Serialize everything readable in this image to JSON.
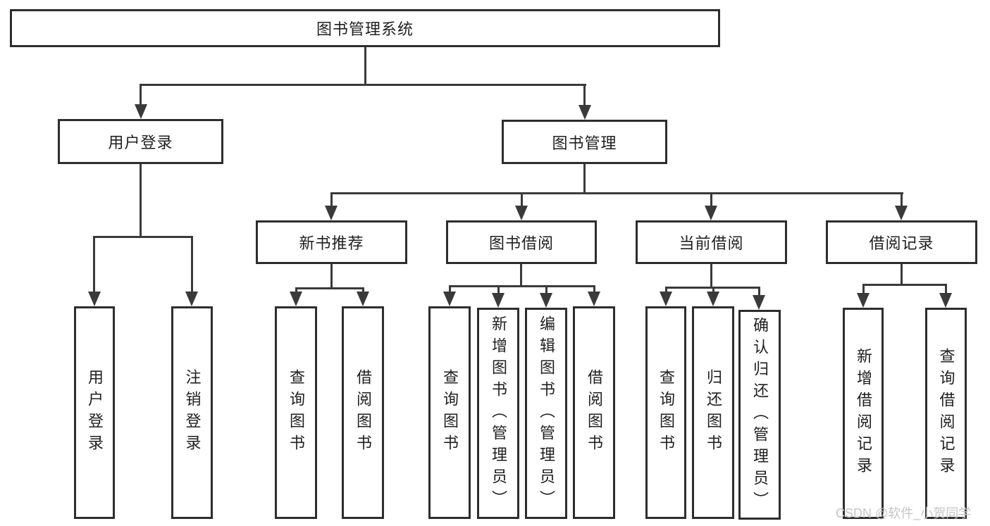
{
  "tree": {
    "root": {
      "label": "图书管理系统"
    },
    "branches": [
      {
        "label": "用户登录",
        "leaves": [
          {
            "label": "用户登录"
          },
          {
            "label": "注销登录"
          }
        ]
      },
      {
        "label": "图书管理",
        "groups": [
          {
            "label": "新书推荐",
            "leaves": [
              {
                "label": "查询图书"
              },
              {
                "label": "借阅图书"
              }
            ]
          },
          {
            "label": "图书借阅",
            "leaves": [
              {
                "label": "查询图书"
              },
              {
                "label": "新增图书（管理员）"
              },
              {
                "label": "编辑图书（管理员）"
              },
              {
                "label": "借阅图书"
              }
            ]
          },
          {
            "label": "当前借阅",
            "leaves": [
              {
                "label": "查询图书"
              },
              {
                "label": "归还图书"
              },
              {
                "label": "确认归还（管理员）"
              }
            ]
          },
          {
            "label": "借阅记录",
            "leaves": [
              {
                "label": "新增借阅记录"
              },
              {
                "label": "查询借阅记录"
              }
            ]
          }
        ]
      }
    ]
  },
  "watermark": {
    "text": "CSDN @软件_小贺同学"
  },
  "colors": {
    "background": "#ffffff",
    "box_border": "#2d2d2d",
    "line": "#3a3a3a",
    "text": "#1f1f1f",
    "watermark": "#c5c5c5"
  }
}
